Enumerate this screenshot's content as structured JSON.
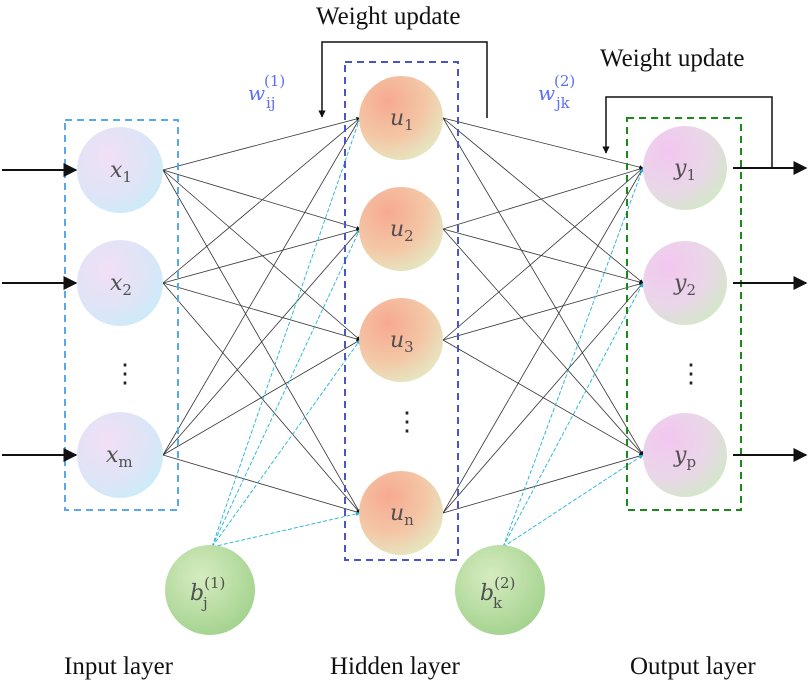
{
  "titles": {
    "weight_update_hidden": "Weight update",
    "weight_update_output": "Weight update"
  },
  "layers": {
    "input": {
      "caption": "Input layer",
      "nodes": [
        {
          "base": "x",
          "sub": "1"
        },
        {
          "base": "x",
          "sub": "2"
        },
        {
          "base": "x",
          "sub": "m"
        }
      ]
    },
    "hidden": {
      "caption": "Hidden layer",
      "nodes": [
        {
          "base": "u",
          "sub": "1"
        },
        {
          "base": "u",
          "sub": "2"
        },
        {
          "base": "u",
          "sub": "3"
        },
        {
          "base": "u",
          "sub": "n"
        }
      ]
    },
    "output": {
      "caption": "Output layer",
      "nodes": [
        {
          "base": "y",
          "sub": "1"
        },
        {
          "base": "y",
          "sub": "2"
        },
        {
          "base": "y",
          "sub": "p"
        }
      ]
    }
  },
  "biases": {
    "hidden": {
      "base": "b",
      "sub": "j",
      "sup": "(1)"
    },
    "output": {
      "base": "b",
      "sub": "k",
      "sup": "(2)"
    }
  },
  "weights": {
    "input_hidden": {
      "base": "w",
      "sub": "ij",
      "sup": "(1)"
    },
    "hidden_output": {
      "base": "w",
      "sub": "jk",
      "sup": "(2)"
    }
  },
  "ellipsis": "⋮",
  "colors": {
    "input_box": "#5aa7ea",
    "hidden_box": "#4a55c9",
    "output_box": "#1a8a1a",
    "bias_line": "#1fb3d9",
    "weight_line": "#333333",
    "weight_label": "#5b6ef5"
  }
}
